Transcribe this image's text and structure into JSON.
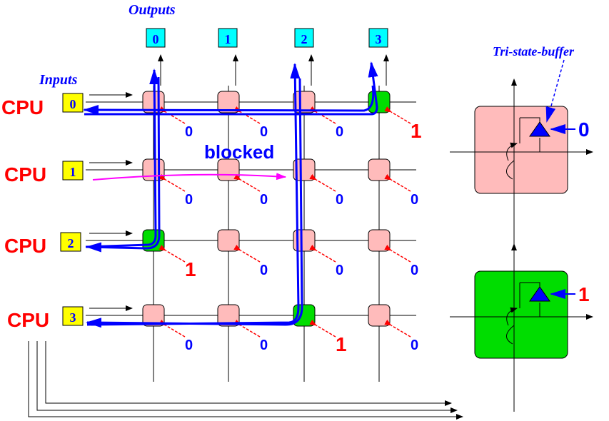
{
  "title_outputs": "Outputs",
  "title_inputs": "Inputs",
  "tri_state_label": "Tri-state-buffer",
  "blocked_label": "blocked",
  "cpu_label": "CPU",
  "outputs": [
    "0",
    "1",
    "2",
    "3"
  ],
  "inputs": [
    "0",
    "1",
    "2",
    "3"
  ],
  "switch_states": [
    [
      "0",
      "0",
      "0",
      "1"
    ],
    [
      "0",
      "0",
      "0",
      "0"
    ],
    [
      "1",
      "0",
      "0",
      "0"
    ],
    [
      "0",
      "0",
      "1",
      "0"
    ]
  ],
  "legend": [
    {
      "state": "0",
      "color": "#ffbbbb"
    },
    {
      "state": "1",
      "color": "#00dd00"
    }
  ],
  "colors": {
    "switch_off": "#ffbbbb",
    "switch_on": "#00dd00",
    "input_box": "#ffff00",
    "output_box": "#00ffff",
    "path": "#0000ff",
    "blocked_path": "#ff00ff",
    "label_red": "#ff0000"
  }
}
